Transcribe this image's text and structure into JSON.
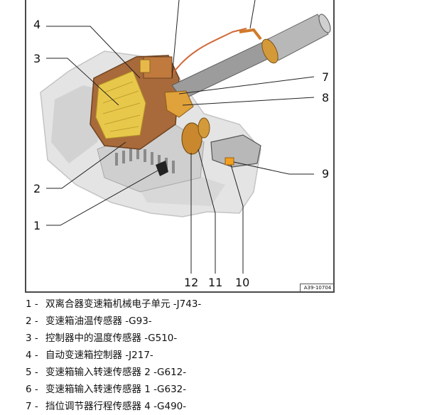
{
  "figure": {
    "figure_code": "A39-10704",
    "callouts": [
      "1",
      "2",
      "3",
      "4",
      "7",
      "8",
      "9",
      "10",
      "11",
      "12"
    ]
  },
  "legend": [
    {
      "num": "1 -",
      "text": "双离合器变速箱机械电子单元 -J743-"
    },
    {
      "num": "2 -",
      "text": "变速箱油温传感器 -G93-"
    },
    {
      "num": "3 -",
      "text": "控制器中的温度传感器 -G510-"
    },
    {
      "num": "4 -",
      "text": "自动变速箱控制器 -J217-"
    },
    {
      "num": "5 -",
      "text": "变速箱输入转速传感器 2 -G612-"
    },
    {
      "num": "6 -",
      "text": "变速箱输入转速传感器 1 -G632-"
    },
    {
      "num": "7 -",
      "text": "挡位调节器行程传感器 4 -G490-"
    }
  ],
  "colors": {
    "housing": "#e2e2e2",
    "control_unit": "#a86a3a",
    "circuit_board": "#e8c84a",
    "sensor_orange": "#e0922e",
    "leader_line": "#222222"
  }
}
